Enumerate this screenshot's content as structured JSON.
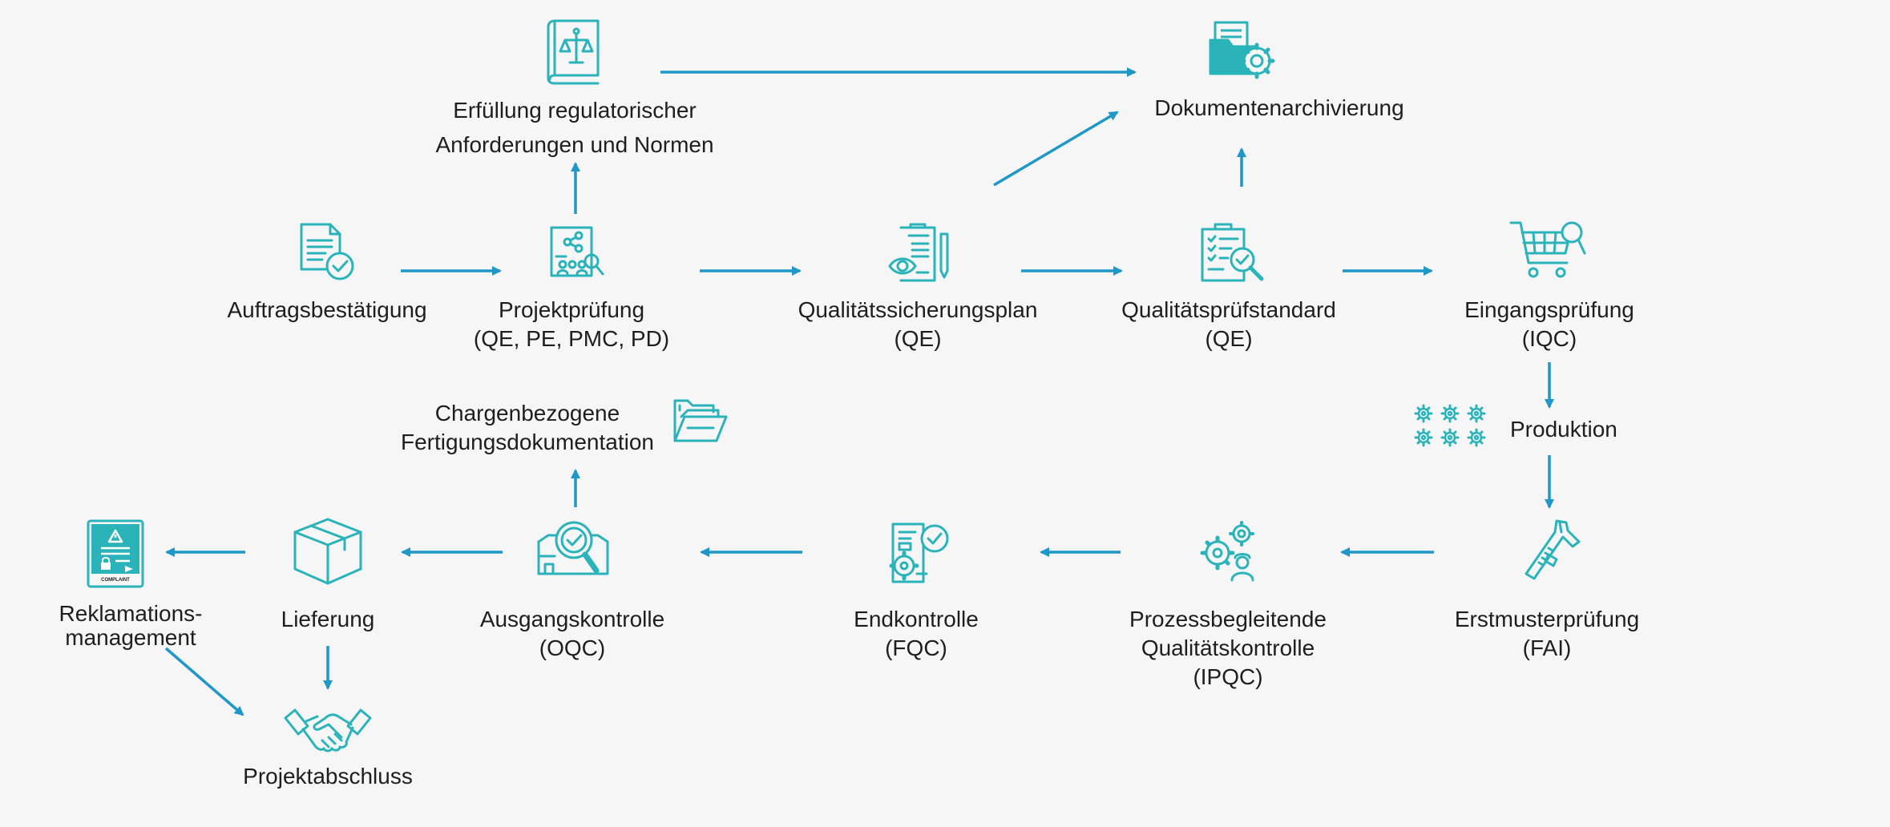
{
  "colors": {
    "accent": "#2bb3ba",
    "arrow": "#1f97c9",
    "text": "#1e1e1e",
    "background": "#f6f6f6"
  },
  "nodes": {
    "regulatory": {
      "line1": "Erfüllung regulatorischer",
      "line2": "Anforderungen und Normen",
      "icon": "law-book-icon"
    },
    "archiving": {
      "line1": "Dokumentenarchivierung",
      "icon": "documents-gear-icon"
    },
    "order": {
      "line1": "Auftragsbestätigung",
      "icon": "document-check-icon"
    },
    "project_review": {
      "line1": "Projektprüfung",
      "line2": "(QE, PE, PMC, PD)",
      "icon": "report-team-icon"
    },
    "qa_plan": {
      "line1": "Qualitätssicherungsplan",
      "line2": "(QE)",
      "icon": "eye-document-icon"
    },
    "qc_standard": {
      "line1": "Qualitätsprüfstandard",
      "line2": "(QE)",
      "icon": "clipboard-search-icon"
    },
    "iqc": {
      "line1": "Eingangsprüfung",
      "line2": "(IQC)",
      "icon": "cart-search-icon"
    },
    "production": {
      "line1": "Produktion",
      "icon": "gears-icon"
    },
    "fai": {
      "line1": "Erstmusterprüfung",
      "line2": "(FAI)",
      "icon": "caliper-icon"
    },
    "ipqc": {
      "line1": "Prozessbegleitende",
      "line2": "Qualitätskontrolle",
      "line3": "(IPQC)",
      "icon": "gear-worker-icon"
    },
    "fqc": {
      "line1": "Endkontrolle",
      "line2": "(FQC)",
      "icon": "document-gear-check-icon"
    },
    "oqc": {
      "line1": "Ausgangskontrolle",
      "line2": "(OQC)",
      "icon": "magnifier-check-icon"
    },
    "batch_docs": {
      "line1": "Chargenbezogene",
      "line2": "Fertigungsdokumentation",
      "icon": "folders-icon"
    },
    "delivery": {
      "line1": "Lieferung",
      "icon": "box-icon"
    },
    "complaint": {
      "line1": "Reklamations-",
      "line2": "management",
      "badge": "COMPLAINT",
      "icon": "complaint-document-icon"
    },
    "closure": {
      "line1": "Projektabschluss",
      "icon": "handshake-icon"
    }
  }
}
